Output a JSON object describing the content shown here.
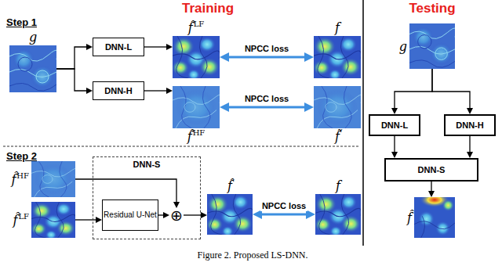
{
  "diagram": {
    "caption": "Figure 2. Proposed LS-DNN.",
    "nodes": [
      {
        "text": [
          "g"
        ]
      },
      {
        "text": [
          "DNN-L"
        ]
      },
      {
        "text": [
          "DNN-H"
        ]
      },
      {
        "text": [
          "f̂",
          "LF"
        ]
      },
      {
        "text": [
          "f"
        ]
      },
      {
        "text": [
          "f̂",
          "HF"
        ]
      },
      {
        "text": [
          "f̃"
        ]
      },
      {
        "text": [
          "f̂",
          "HF"
        ]
      },
      {
        "text": [
          "f̂",
          "LF"
        ]
      },
      {
        "text": [
          "DNN-S"
        ]
      },
      {
        "text": [
          "Residual U-Net"
        ],
        "in": 9
      },
      {
        "text": [
          "⊕"
        ],
        "in": 9
      },
      {
        "text": [
          "f̂"
        ]
      },
      {
        "text": [
          "f"
        ]
      },
      {
        "text": [
          "g"
        ]
      },
      {
        "text": [
          "DNN-L"
        ]
      },
      {
        "text": [
          "DNN-H"
        ]
      },
      {
        "text": [
          "DNN-S"
        ]
      },
      {
        "text": [
          "f̂"
        ]
      }
    ],
    "edges": [
      {
        "from": 0,
        "to": 1,
        "arrow": "to"
      },
      {
        "from": 0,
        "to": 2,
        "arrow": "to"
      },
      {
        "from": 1,
        "to": 3,
        "arrow": "to"
      },
      {
        "from": 2,
        "to": 5,
        "arrow": "to"
      },
      {
        "from": 3,
        "to": 4,
        "arrow": "both",
        "label": "NPCC loss"
      },
      {
        "from": 5,
        "to": 6,
        "arrow": "both",
        "label": "NPCC loss"
      },
      {
        "from": 7,
        "to": 11,
        "arrow": "to"
      },
      {
        "from": 8,
        "to": 10,
        "arrow": "to"
      },
      {
        "from": 10,
        "to": 11,
        "arrow": "to"
      },
      {
        "from": 11,
        "to": 12,
        "arrow": "to"
      },
      {
        "from": 12,
        "to": 13,
        "arrow": "both",
        "label": "NPCC loss"
      },
      {
        "from": 14,
        "to": 15,
        "arrow": "to"
      },
      {
        "from": 14,
        "to": 16,
        "arrow": "to"
      },
      {
        "from": 15,
        "to": 17,
        "arrow": "to"
      },
      {
        "from": 16,
        "to": 17,
        "arrow": "to"
      },
      {
        "from": 17,
        "to": 18,
        "arrow": "to"
      }
    ],
    "labels": [
      "Training",
      "Testing",
      "Step 1",
      "Step 2"
    ]
  }
}
